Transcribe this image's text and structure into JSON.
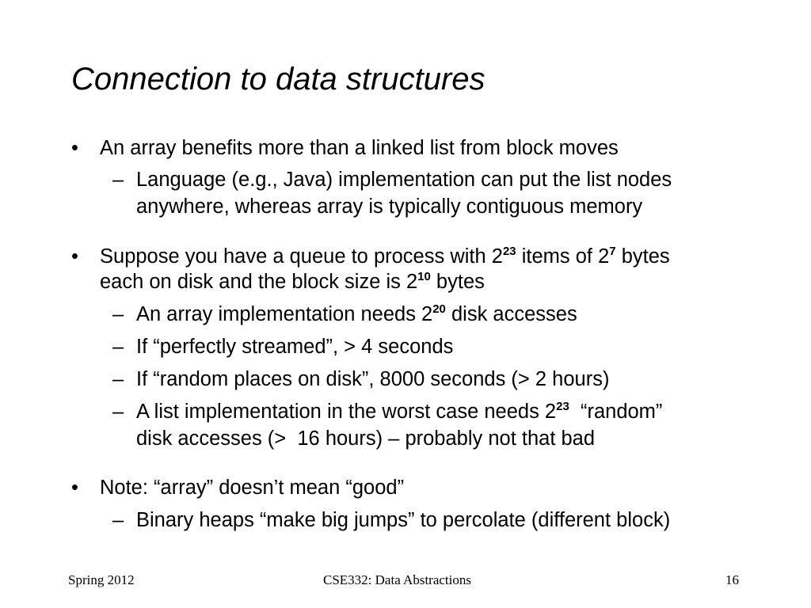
{
  "title": "Connection to data structures",
  "bullet_symbol": "•",
  "dash_symbol": "–",
  "b1": {
    "text": "An array benefits more than a linked list from block moves",
    "s1_line1": "Language (e.g., Java) implementation can put the list nodes",
    "s1_line2": "anywhere, whereas array is typically contiguous memory"
  },
  "b2": {
    "line1_a": "Suppose you have a queue to process with 2",
    "line1_exp1": "23",
    "line1_b": " items of 2",
    "line1_exp2": "7",
    "line1_c": " bytes",
    "line2_a": "each on disk and the block size is 2",
    "line2_exp": "10",
    "line2_b": " bytes",
    "s1_a": "An array implementation needs 2",
    "s1_exp": "20",
    "s1_b": " disk accesses",
    "s2": "If “perfectly streamed”, > 4 seconds",
    "s3": "If “random places on disk”, 8000 seconds (> 2 hours)",
    "s4_line1_a": "A list implementation in the worst case needs 2",
    "s4_line1_exp": "23",
    "s4_line1_b": "  “random”",
    "s4_line2": "disk accesses (>  16 hours) – probably not that bad"
  },
  "b3": {
    "text": "Note: “array” doesn’t mean “good”",
    "s1": "Binary heaps “make big jumps” to percolate (different block)"
  },
  "footer": {
    "left": "Spring 2012",
    "center": "CSE332: Data Abstractions",
    "page": "16"
  }
}
